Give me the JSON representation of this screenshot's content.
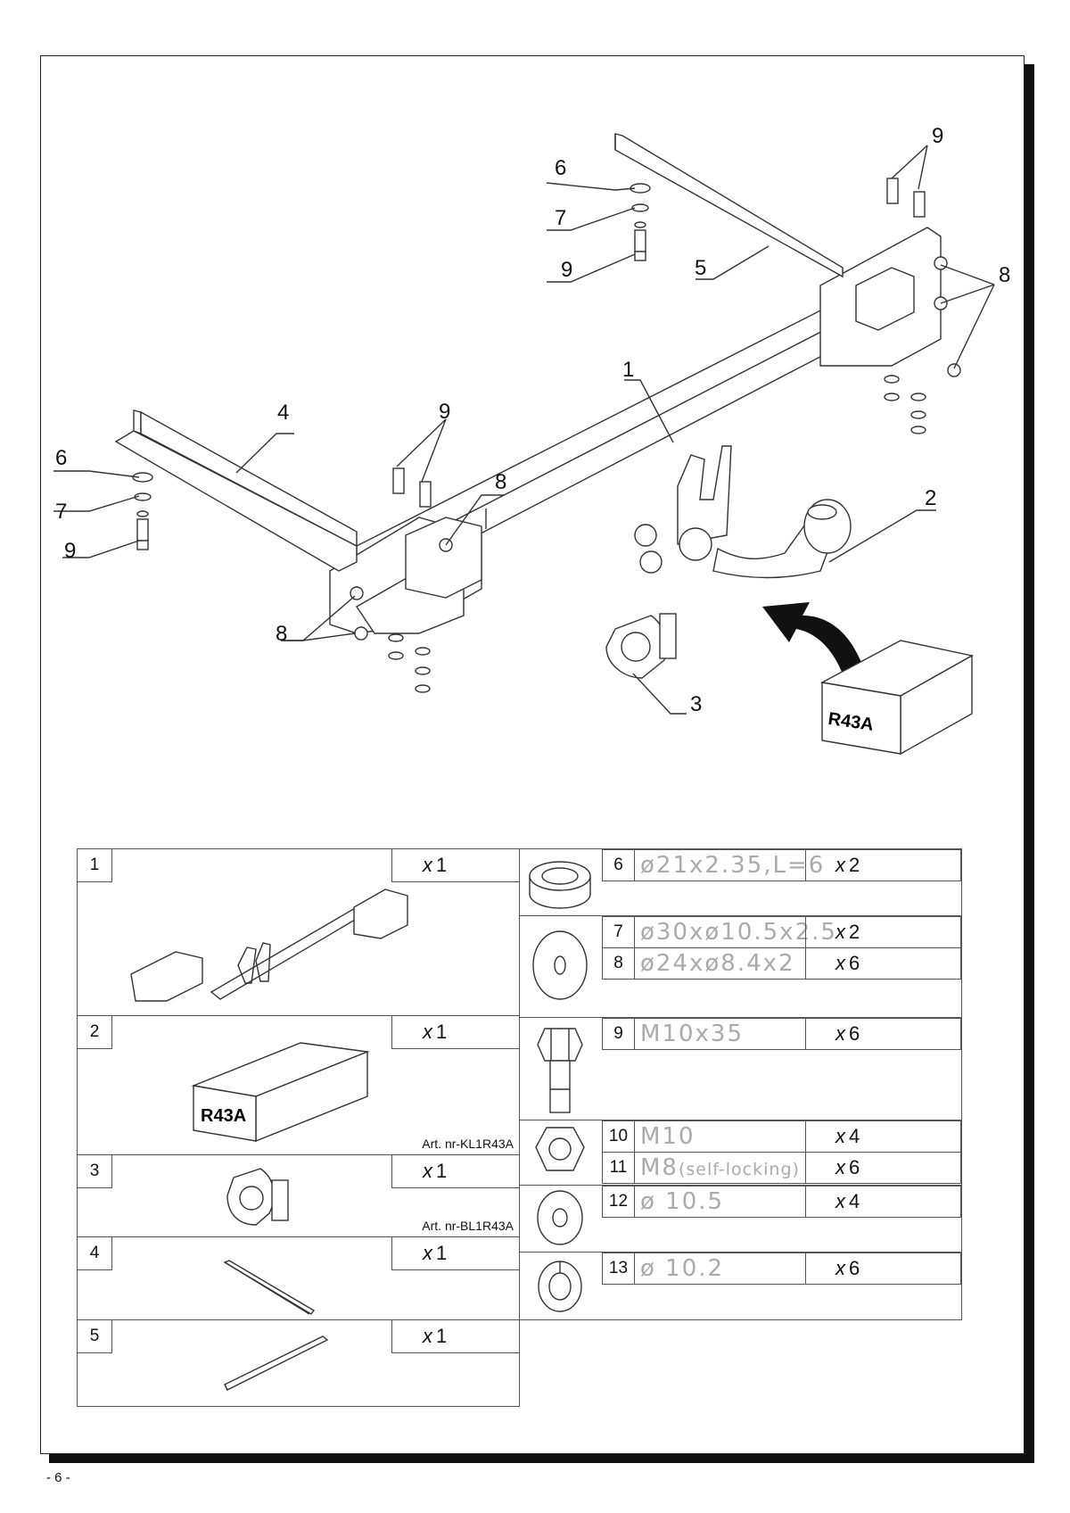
{
  "callouts": {
    "c1": "1",
    "c2": "2",
    "c3": "3",
    "c4": "4",
    "c5": "5",
    "c6a": "6",
    "c6b": "6",
    "c7a": "7",
    "c7b": "7",
    "c8a": "8",
    "c8b": "8",
    "c8c": "8",
    "c9a": "9",
    "c9b": "9",
    "c9c": "9",
    "c9d": "9"
  },
  "box_label": "R43A",
  "left_parts": [
    {
      "num": "1",
      "qty_x": "x",
      "qty": "1"
    },
    {
      "num": "2",
      "qty_x": "x",
      "qty": "1",
      "box_label": "R43A",
      "art": "Art. nr-KL1R43A"
    },
    {
      "num": "3",
      "qty_x": "x",
      "qty": "1",
      "art": "Art. nr-BL1R43A"
    },
    {
      "num": "4",
      "qty_x": "x",
      "qty": "1"
    },
    {
      "num": "5",
      "qty_x": "x",
      "qty": "1"
    }
  ],
  "right_parts": [
    {
      "num": "6",
      "spec": "ø21x2.35,L=6",
      "qty_x": "x",
      "qty": "2"
    },
    {
      "num": "7",
      "spec": "ø30xø10.5x2.5",
      "qty_x": "x",
      "qty": "2"
    },
    {
      "num": "8",
      "spec": "ø24xø8.4x2",
      "qty_x": "x",
      "qty": "6"
    },
    {
      "num": "9",
      "spec": "M10x35",
      "qty_x": "x",
      "qty": "6"
    },
    {
      "num": "10",
      "spec": "M10",
      "qty_x": "x",
      "qty": "4"
    },
    {
      "num": "11",
      "spec": "M8",
      "spec_note": "(self-locking)",
      "qty_x": "x",
      "qty": "6"
    },
    {
      "num": "12",
      "spec": "ø 10.5",
      "qty_x": "x",
      "qty": "4"
    },
    {
      "num": "13",
      "spec": "ø 10.2",
      "qty_x": "x",
      "qty": "6"
    }
  ],
  "page_number": "- 6 -"
}
